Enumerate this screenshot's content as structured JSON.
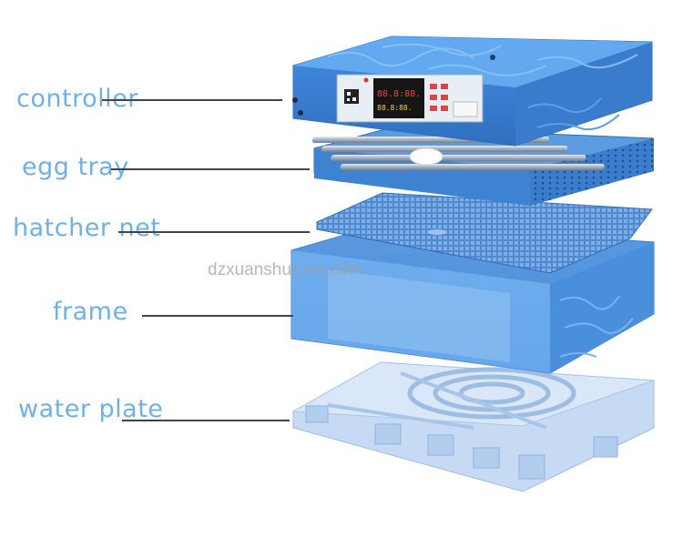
{
  "labels": {
    "controller": "controller",
    "egg_tray": "egg tray",
    "hatcher_net": "hatcher net",
    "frame": "frame",
    "water_plate": "water plate"
  },
  "watermark": "dzxuanshuo.en.com",
  "display": {
    "readout_top": "88.8:88.",
    "readout_bottom": "88.8:88."
  },
  "colors": {
    "label_blue": "#6fb1e6",
    "body_blue": "#3f87d6",
    "frame_blue": "#5a9ee8",
    "water_plate": "#b9d2f0"
  },
  "icons": [
    "qr-code-icon",
    "control-button-icon"
  ]
}
